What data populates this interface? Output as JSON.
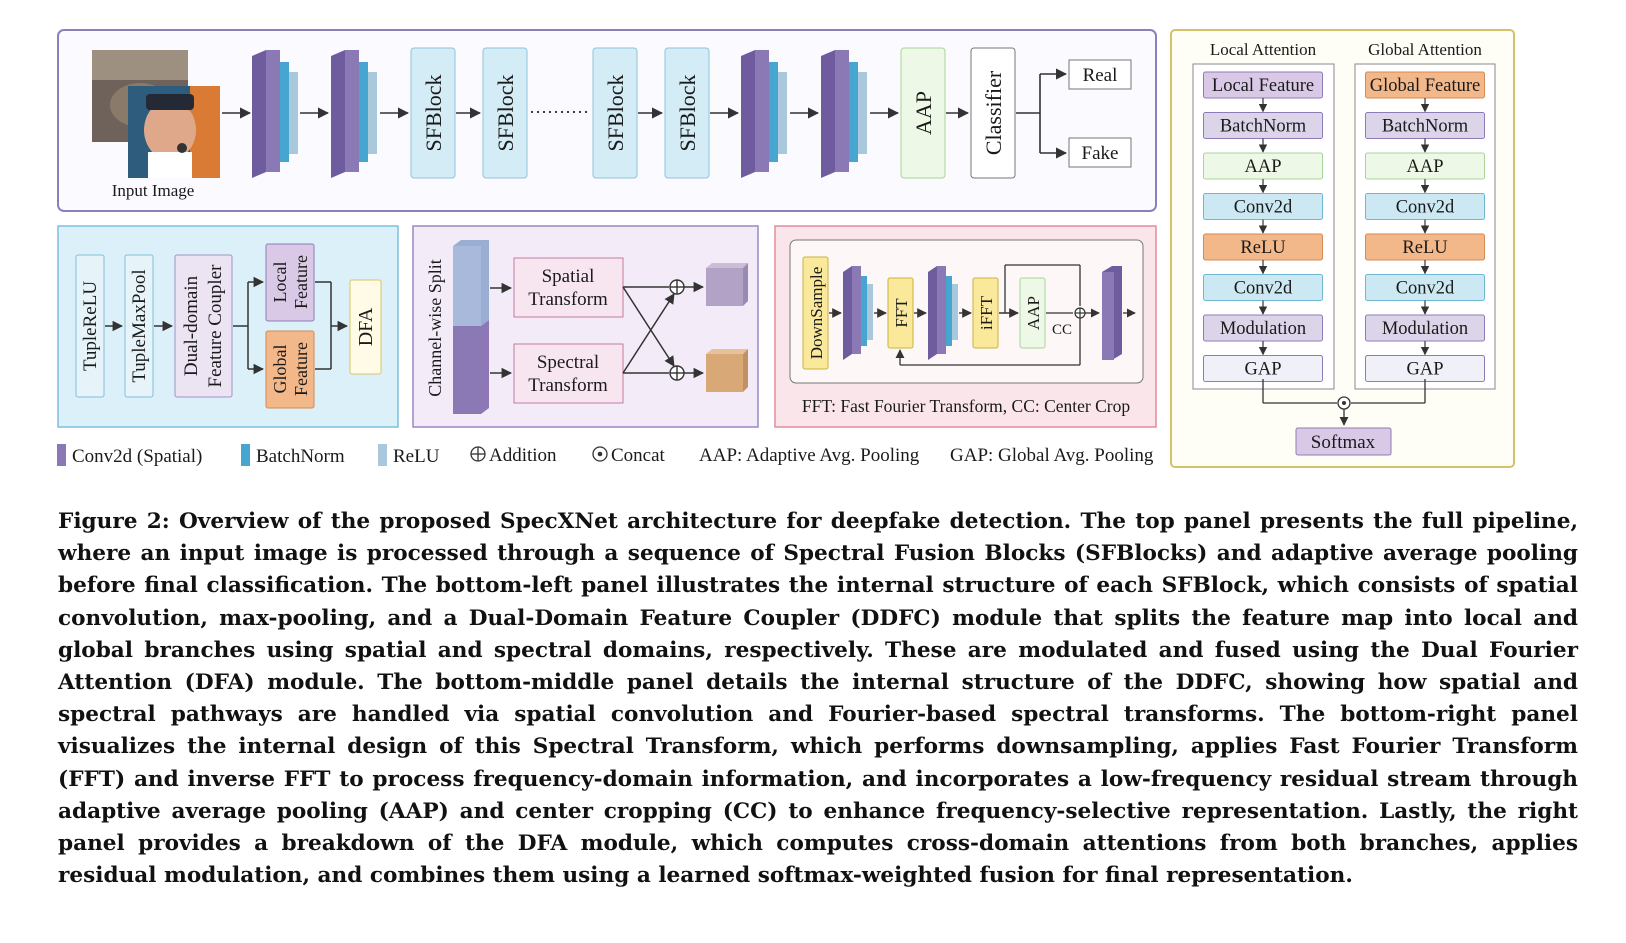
{
  "top_panel": {
    "input_label": "Input Image",
    "sfblock_label": "SFBlock",
    "ellipsis": "··········",
    "aap_label": "AAP",
    "classifier_label": "Classifier",
    "outputs": [
      "Real",
      "Fake"
    ]
  },
  "sfblock_panel": {
    "tuple_relu": "TupleReLU",
    "tuple_maxpool": "TupleMaxPool",
    "ddfc_line1": "Dual-domain",
    "ddfc_line2": "Feature Coupler",
    "local_line1": "Local",
    "local_line2": "Feature",
    "global_line1": "Global",
    "global_line2": "Feature",
    "dfa": "DFA"
  },
  "ddfc_panel": {
    "split": "Channel-wise Split",
    "spatial_line1": "Spatial",
    "spatial_line2": "Transform",
    "spectral_line1": "Spectral",
    "spectral_line2": "Transform"
  },
  "spectral_panel": {
    "downsample": "DownSample",
    "fft": "FFT",
    "ifft": "iFFT",
    "aap": "AAP",
    "cc": "CC",
    "note": "FFT: Fast Fourier Transform, CC: Center Crop"
  },
  "legend": {
    "conv2d": "Conv2d (Spatial)",
    "batchnorm": "BatchNorm",
    "relu": "ReLU",
    "addition": "Addition",
    "concat": "Concat",
    "aap_def": "AAP: Adaptive Avg. Pooling",
    "gap_def": "GAP: Global Avg. Pooling"
  },
  "dfa_panel": {
    "local_title": "Local Attention",
    "global_title": "Global Attention",
    "local_feature": "Local Feature",
    "global_feature": "Global Feature",
    "steps": [
      "BatchNorm",
      "AAP",
      "Conv2d",
      "ReLU",
      "Conv2d",
      "Modulation",
      "GAP"
    ],
    "softmax": "Softmax"
  },
  "colors": {
    "conv": "#8b79b6",
    "batchnorm": "#46a6cf",
    "relu": "#a9c8dc",
    "purple_fill": "#d9c9e6",
    "orange_fill": "#f3b88a",
    "green_fill": "#edf8e6",
    "blue_fill": "#cbe8f3",
    "yellow_fill": "#fbe99b"
  },
  "caption": "Figure 2: Overview of the proposed SpecXNet architecture for deepfake detection. The top panel presents the full pipeline, where an input image is processed through a sequence of Spectral Fusion Blocks (SFBlocks) and adaptive average pooling before final classification. The bottom-left panel illustrates the internal structure of each SFBlock, which consists of spatial convolution, max-pooling, and a Dual-Domain Feature Coupler (DDFC) module that splits the feature map into local and global branches using spatial and spectral domains, respectively. These are modulated and fused using the Dual Fourier Attention (DFA) module. The bottom-middle panel details the internal structure of the DDFC, showing how spatial and spectral pathways are handled via spatial convolution and Fourier-based spectral transforms. The bottom-right panel visualizes the internal design of this Spectral Transform, which performs downsampling, applies Fast Fourier Transform (FFT) and inverse FFT to process frequency-domain information, and incorporates a low-frequency residual stream through adaptive average pooling (AAP) and center cropping (CC) to enhance frequency-selective representation. Lastly, the right panel provides a breakdown of the DFA module, which computes cross-domain attentions from both branches, applies residual modulation, and combines them using a learned softmax-weighted fusion for final representation."
}
